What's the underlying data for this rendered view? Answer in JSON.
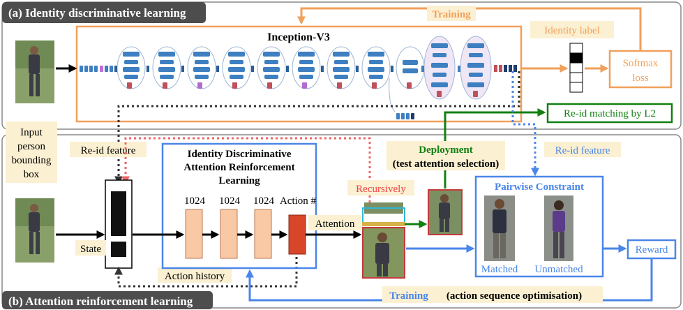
{
  "panel_a": {
    "title": "(a) Identity discriminative learning",
    "network": "Inception-V3"
  },
  "panel_b": {
    "title": "(b) Attention reinforcement learning"
  },
  "labels": {
    "training_top": "Training",
    "identity_label": "Identity label",
    "softmax_line1": "Softmax",
    "softmax_line2": "loss",
    "input_line1": "Input",
    "input_line2": "person",
    "input_line3": "bounding",
    "input_line4": "box",
    "reid_feature_left": "Re-id feature",
    "reid_feature_right": "Re-id feature",
    "reid_matching": "Re-id matching by L2",
    "deployment": "Deployment",
    "test_attention": "(test attention selection)",
    "idarl_line1": "Identity Discriminative",
    "idarl_line2": "Attention Reinforcement",
    "idarl_line3": "Learning",
    "layer1": "1024",
    "layer2": "1024",
    "layer3": "1024",
    "action_count": "Action #",
    "recursively": "Recursively",
    "attention": "Attention",
    "state": "State",
    "action_history": "Action history",
    "pairwise": "Pairwise Constraint",
    "matched": "Matched",
    "unmatched": "Unmatched",
    "reward": "Reward",
    "training_bottom": "Training",
    "action_seq": "(action sequence optimisation)"
  },
  "colors": {
    "orange": "#f0a05a",
    "blue": "#4a86e8",
    "green": "#118011",
    "red_dotted": "#ef6464",
    "layer_fill": "#f9c8a5",
    "action_fill": "#d8462a",
    "label_bg": "#fbf0d2"
  },
  "icons": {
    "person": "person-photo-icon",
    "module": "inception-module-icon"
  }
}
